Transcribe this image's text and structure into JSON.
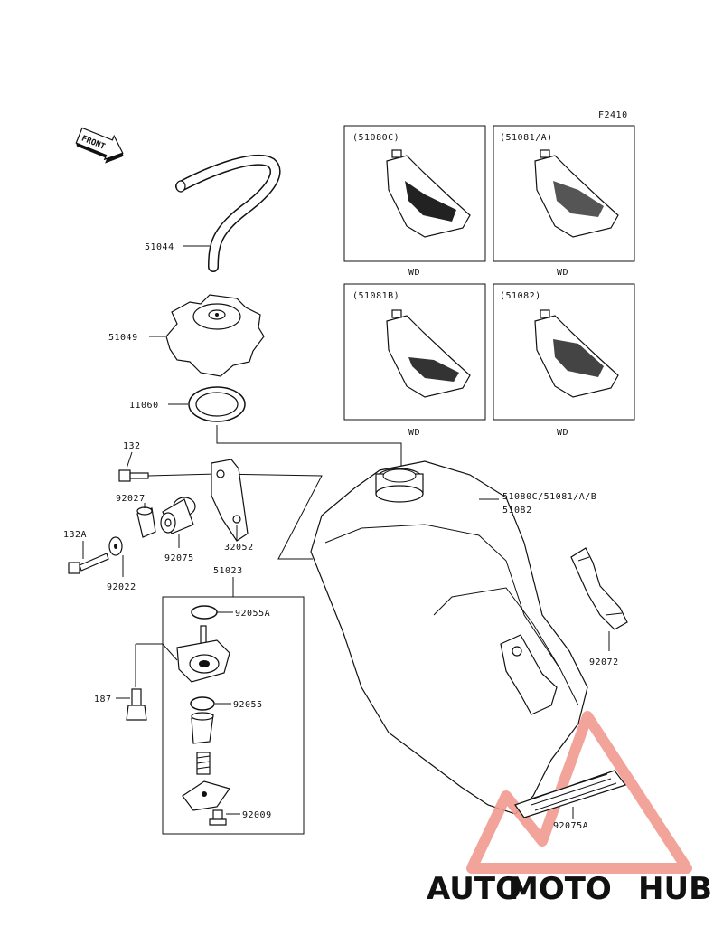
{
  "figure_code": "F2410",
  "front_label": "FRONT",
  "variant_boxes": [
    {
      "label": "(51080C)",
      "caption": "WD"
    },
    {
      "label": "(51081/A)",
      "caption": "WD"
    },
    {
      "label": "(51081B)",
      "caption": "WD"
    },
    {
      "label": "(51082)",
      "caption": "WD"
    }
  ],
  "parts": {
    "hose": "51044",
    "cap": "51049",
    "gasket": "11060",
    "bolt_top": "132",
    "collar": "92027",
    "damper": "92075",
    "bracket": "32052",
    "bolt_side": "132A",
    "washer": "92022",
    "fuel_cock_assy": "51023",
    "oring_a": "92055A",
    "bolt_cock": "187",
    "oring": "92055",
    "screw": "92009",
    "tank_line1": "51080C/51081/A/B",
    "tank_line2": "51082",
    "band": "92072",
    "pad": "92075A"
  },
  "watermark": {
    "part1": "AUTO",
    "part2": "MOTO",
    "part3": "HUB",
    "colors": {
      "auto": "#f2b86a",
      "moto": "#ef8a7e",
      "hub": "#6b6b6b",
      "triangle": "#f19a90"
    }
  }
}
